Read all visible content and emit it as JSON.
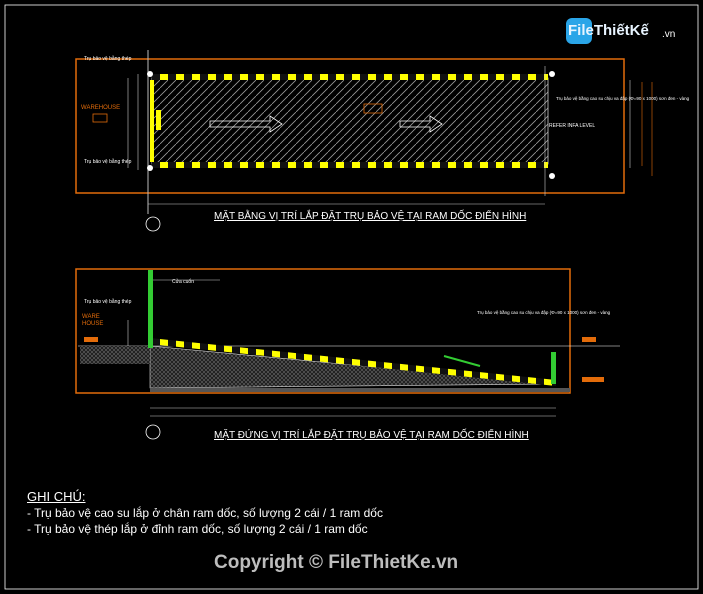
{
  "logo": {
    "brand": "FileThiếtKế",
    "domain": ".vn"
  },
  "plan": {
    "title": "MẶT BẰNG VỊ TRÍ LẮP ĐẶT TRỤ BẢO VỆ TẠI RAM DỐC ĐIỂN HÌNH",
    "warehouse_label": "WAREHOUSE",
    "refer_label": "REFER INFA LEVEL",
    "post_note_left": "Trụ bảo vệ bằng thép",
    "post_note_right": "Trụ bảo vệ bằng cao su chịu va đập (Φ=90 x 1000) sơn đen - vàng"
  },
  "elevation": {
    "title": "MẶT ĐỨNG VỊ TRÍ LẮP ĐẶT TRỤ BẢO VỆ TẠI RAM DỐC ĐIỂN HÌNH",
    "warehouse_label_1": "WARE",
    "warehouse_label_2": "HOUSE",
    "door_label": "Cửa cuốn",
    "post_note_left": "Trụ bảo vệ bằng thép",
    "post_note_right": "Trụ bảo vệ bằng cao su chịu va đập (Φ=90 x 1000) sơn đen - vàng"
  },
  "notes": {
    "heading": "GHI CHÚ:",
    "line1": "- Trụ bảo vệ cao su lắp ở chân ram dốc, số lượng 2 cái / 1 ram dốc",
    "line2": "- Trụ bảo vệ thép lắp ở đỉnh ram dốc, số lượng 2 cái / 1 ram dốc"
  },
  "copyright": "Copyright © FileThietKe.vn",
  "colors": {
    "frame": "#e36c0a",
    "stripe_yellow": "#ffff00",
    "hatch": "#bbbbbb",
    "steel_post": "#33cc33"
  }
}
